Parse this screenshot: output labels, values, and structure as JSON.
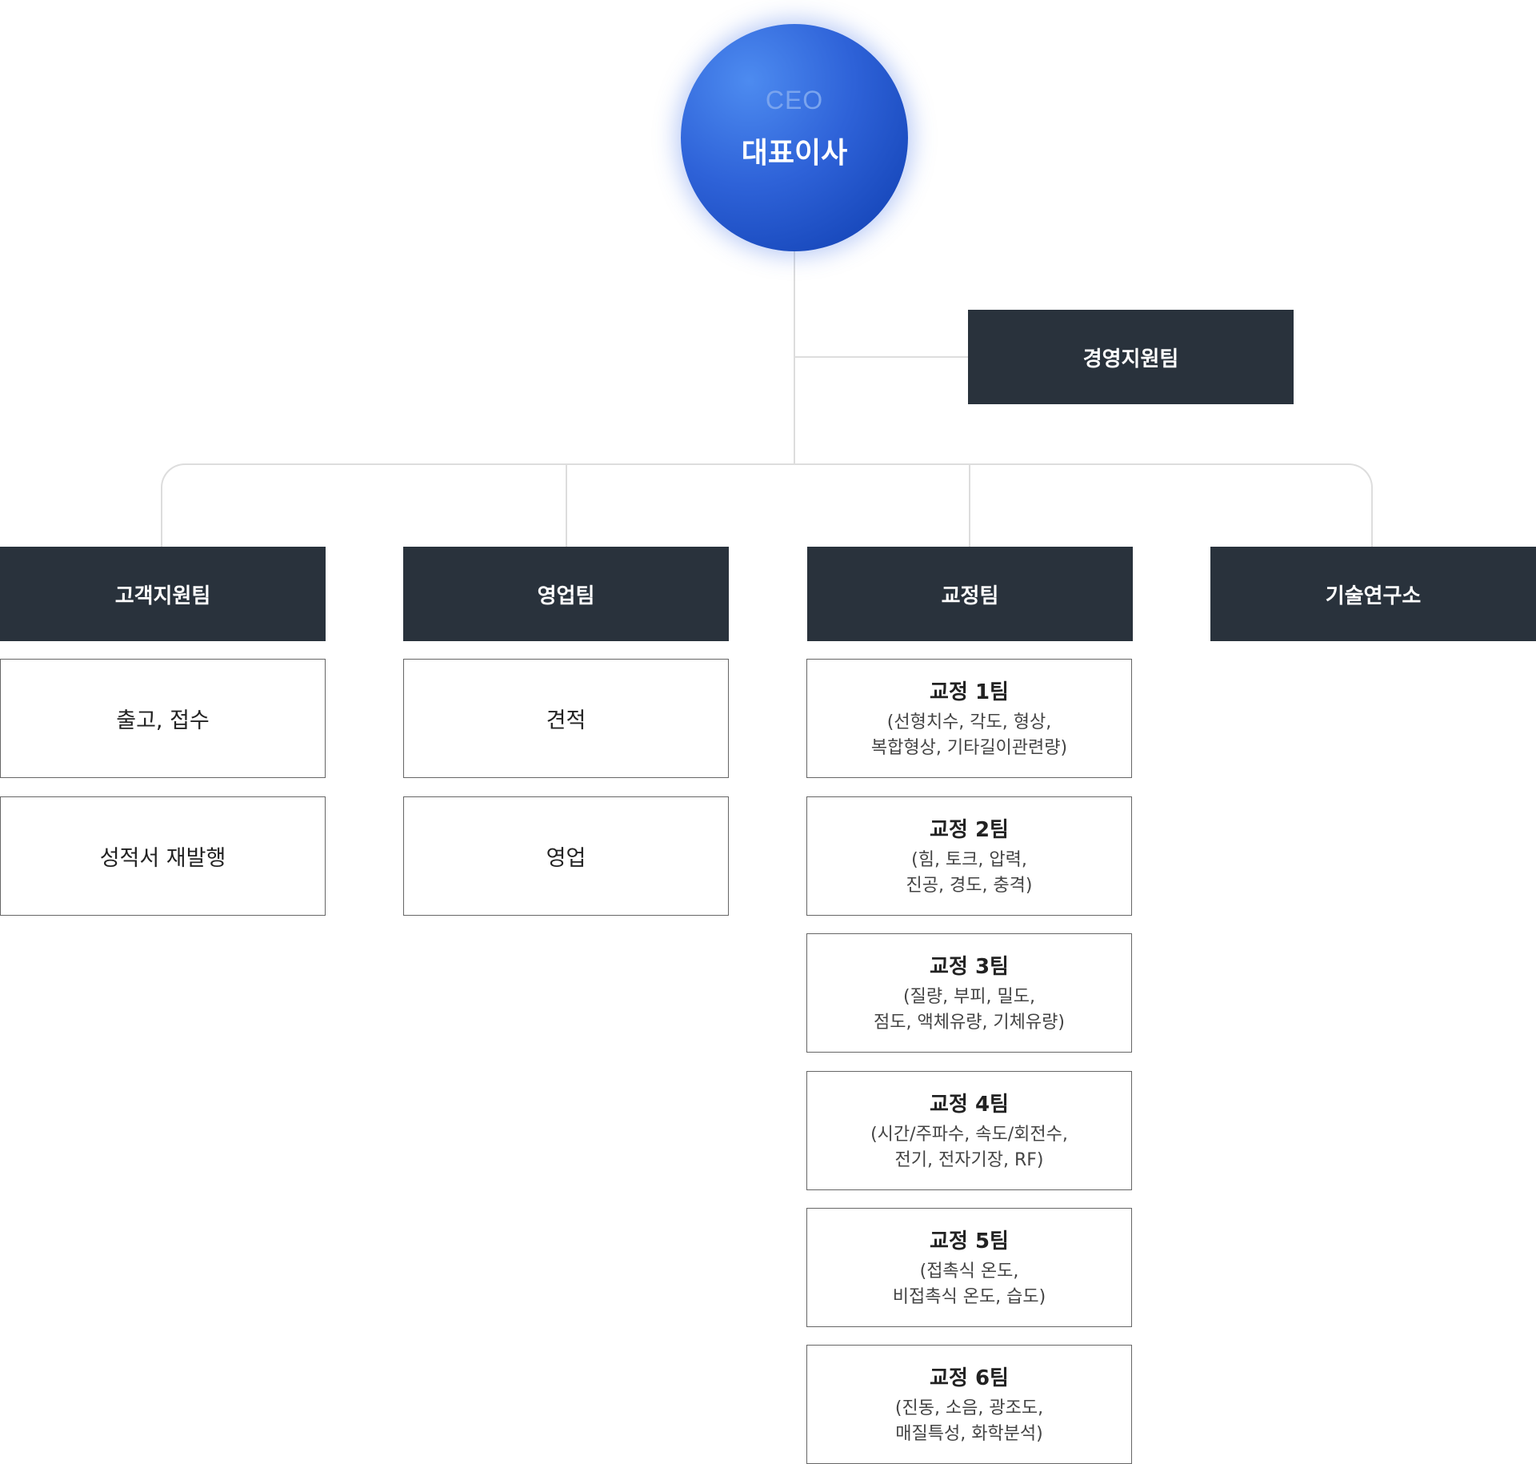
{
  "ceo": {
    "sub": "CEO",
    "title": "대표이사"
  },
  "management": {
    "label": "경영지원팀"
  },
  "departments": {
    "customer": {
      "label": "고객지원팀",
      "items": [
        "출고, 접수",
        "성적서 재발행"
      ]
    },
    "sales": {
      "label": "영업팀",
      "items": [
        "견적",
        "영업"
      ]
    },
    "calibration": {
      "label": "교정팀",
      "teams": [
        {
          "name": "교정 1팀",
          "line1": "(선형치수, 각도, 형상,",
          "line2": "복합형상, 기타길이관련량)"
        },
        {
          "name": "교정 2팀",
          "line1": "(힘, 토크, 압력,",
          "line2": "진공, 경도, 충격)"
        },
        {
          "name": "교정 3팀",
          "line1": "(질량, 부피, 밀도,",
          "line2": "점도, 액체유량, 기체유량)"
        },
        {
          "name": "교정 4팀",
          "line1": "(시간/주파수, 속도/회전수,",
          "line2": "전기, 전자기장, RF)"
        },
        {
          "name": "교정 5팀",
          "line1": "(접촉식 온도,",
          "line2": "비접촉식 온도, 습도)"
        },
        {
          "name": "교정 6팀",
          "line1": "(진동, 소음, 광조도,",
          "line2": "매질특성, 화학분석)"
        }
      ]
    },
    "research": {
      "label": "기술연구소"
    }
  }
}
